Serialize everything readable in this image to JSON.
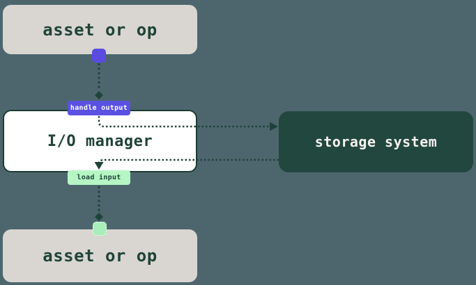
{
  "nodes": {
    "asset_top": {
      "label": "asset or op"
    },
    "io_manager": {
      "label": "I/O manager"
    },
    "storage": {
      "label": "storage system"
    },
    "asset_bottom": {
      "label": "asset or op"
    }
  },
  "badges": {
    "handle_output": {
      "label": "handle output"
    },
    "load_input": {
      "label": "load input"
    }
  },
  "colors": {
    "background": "#4d666e",
    "node_gray": "#d9d6d2",
    "node_gray_text": "#1f4338",
    "dark_green": "#1f4338",
    "io_box_fill": "#ffffff",
    "io_box_border": "#1b3c31",
    "storage_fill": "#22473e",
    "storage_text": "#f4f2ee",
    "purple": "#5a4be1",
    "badge_purple": "#5a50e2",
    "badge_purple_text": "#ffffff",
    "light_green": "#a9edbb",
    "badge_green": "#b5f6c4",
    "badge_green_text": "#1f4338"
  }
}
